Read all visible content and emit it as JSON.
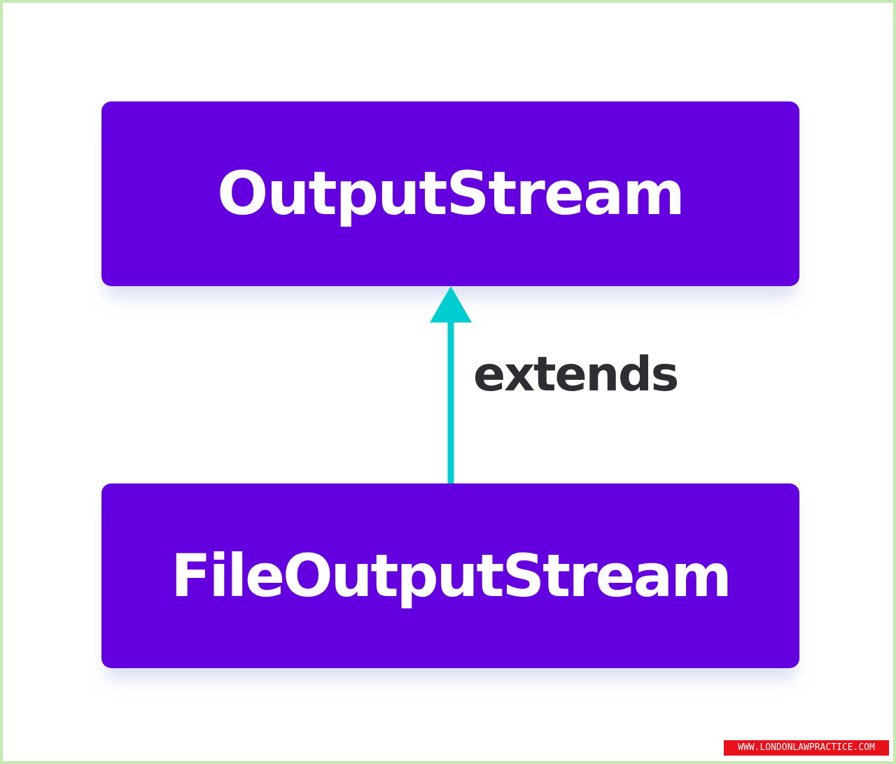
{
  "diagram": {
    "parent": {
      "label": "OutputStream"
    },
    "child": {
      "label": "FileOutputStream"
    },
    "relation": {
      "label": "extends"
    }
  },
  "watermark": {
    "text": "WWW.LONDONLAWPRACTICE.COM"
  },
  "colors": {
    "box_fill": "#6400e0",
    "box_text": "#ffffff",
    "arrow": "#00cdd0",
    "relation_text": "#2d2d33",
    "frame_border": "#c4eab0",
    "watermark_bg": "#e8101a"
  }
}
